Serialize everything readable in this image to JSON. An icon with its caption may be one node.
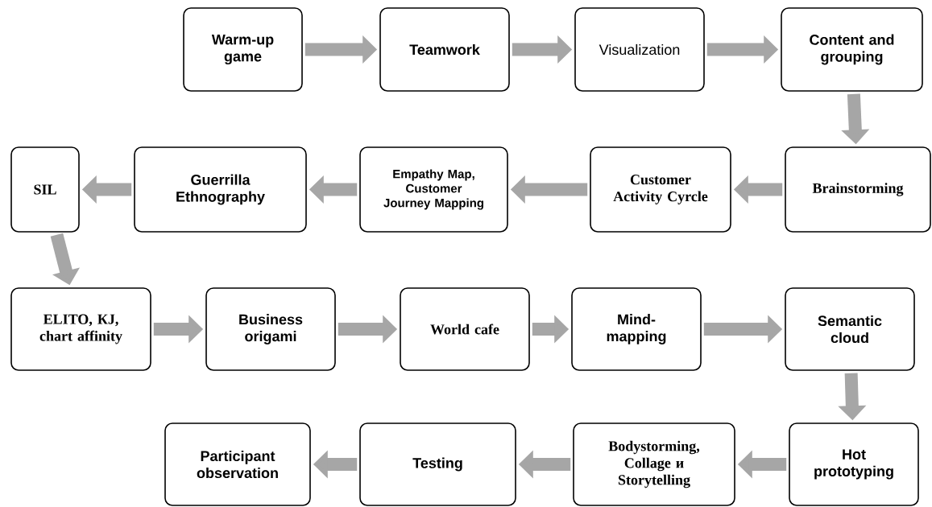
{
  "diagram": {
    "nodes": [
      {
        "text": [
          "Warm-up game"
        ]
      },
      {
        "text": [
          "Teamwork"
        ]
      },
      {
        "text": [
          "Visualization"
        ]
      },
      {
        "text": [
          "Content and grouping"
        ]
      },
      {
        "text": [
          "Brainstorming"
        ]
      },
      {
        "text": [
          "Customer Activity Cyrcle"
        ]
      },
      {
        "text": [
          "Empathy Map, Customer Journey Mapping"
        ]
      },
      {
        "text": [
          "Guerrilla Ethnography"
        ]
      },
      {
        "text": [
          "SIL"
        ]
      },
      {
        "text": [
          "ELITO, КJ, chart affinity"
        ]
      },
      {
        "text": [
          "Business origami"
        ]
      },
      {
        "text": [
          "World cafe"
        ]
      },
      {
        "text": [
          "Mind-mapping"
        ]
      },
      {
        "text": [
          "Semantic cloud"
        ]
      },
      {
        "text": [
          "Hot prototyping"
        ]
      },
      {
        "text": [
          "Bodystorming, Collage и Storytelling"
        ]
      },
      {
        "text": [
          "Testing"
        ]
      },
      {
        "text": [
          "Participant observation"
        ]
      }
    ],
    "edges": [
      {
        "from": 0,
        "to": 1,
        "arrow": "to"
      },
      {
        "from": 1,
        "to": 2,
        "arrow": "to"
      },
      {
        "from": 2,
        "to": 3,
        "arrow": "to"
      },
      {
        "from": 3,
        "to": 4,
        "arrow": "to"
      },
      {
        "from": 4,
        "to": 5,
        "arrow": "to"
      },
      {
        "from": 5,
        "to": 6,
        "arrow": "to"
      },
      {
        "from": 6,
        "to": 7,
        "arrow": "to"
      },
      {
        "from": 7,
        "to": 8,
        "arrow": "to"
      },
      {
        "from": 8,
        "to": 9,
        "arrow": "to"
      },
      {
        "from": 9,
        "to": 10,
        "arrow": "to"
      },
      {
        "from": 10,
        "to": 11,
        "arrow": "to"
      },
      {
        "from": 11,
        "to": 12,
        "arrow": "to"
      },
      {
        "from": 12,
        "to": 13,
        "arrow": "to"
      },
      {
        "from": 13,
        "to": 14,
        "arrow": "to"
      },
      {
        "from": 14,
        "to": 15,
        "arrow": "to"
      },
      {
        "from": 15,
        "to": 16,
        "arrow": "to"
      },
      {
        "from": 16,
        "to": 17,
        "arrow": "to"
      }
    ]
  }
}
